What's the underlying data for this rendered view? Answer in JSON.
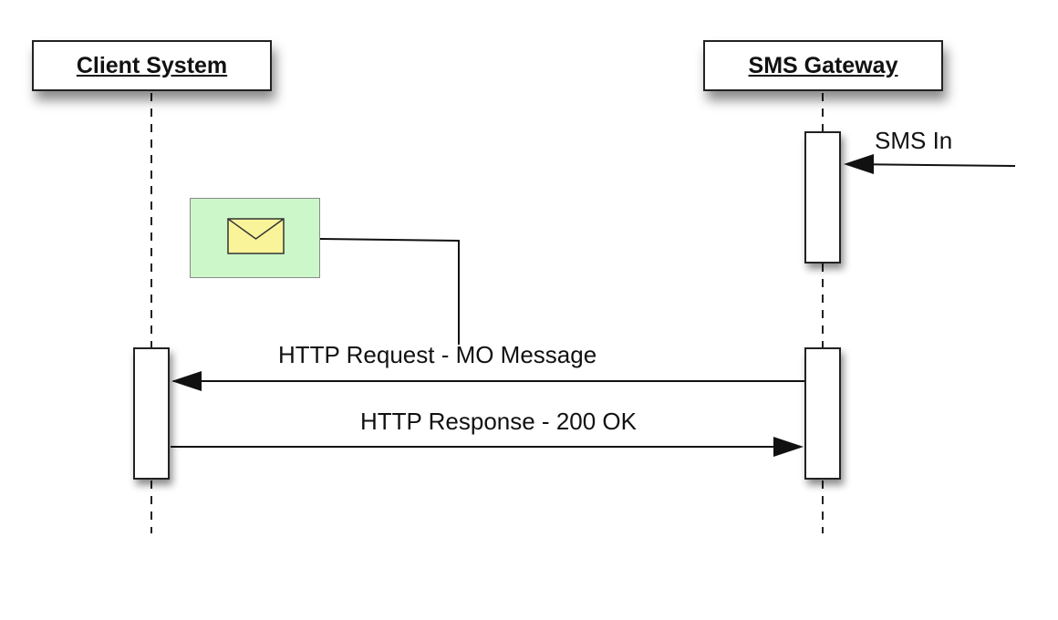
{
  "participants": {
    "client": "Client System",
    "gateway": "SMS Gateway"
  },
  "messages": {
    "sms_in": "SMS In",
    "request": "HTTP Request - MO Message",
    "response": "HTTP Response - 200 OK"
  },
  "note": {
    "icon": "envelope-icon",
    "fill": "#ccf7c9",
    "icon_fill": "#f9f49a"
  }
}
